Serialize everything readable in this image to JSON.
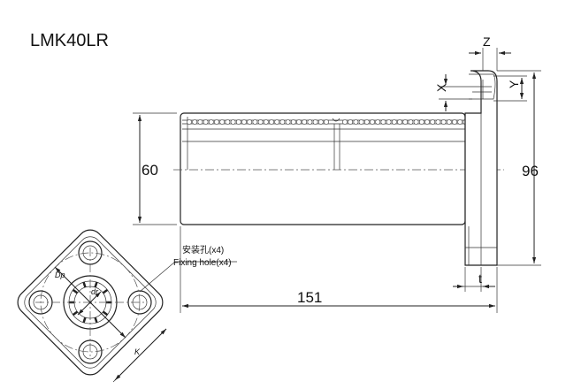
{
  "title": "LMK40LR",
  "dimensions": {
    "length": "151",
    "body_diameter": "60",
    "flange_height": "96",
    "flange_thickness": "t",
    "pilot_offset": "Z",
    "hole_x": "X",
    "hole_y": "Y",
    "pitch_dia": "Dp",
    "inner_dia": "dr",
    "flange_width": "K"
  },
  "annotation": {
    "line1": "安装孔(x4)",
    "line2": "Fixing hole(x4)"
  }
}
